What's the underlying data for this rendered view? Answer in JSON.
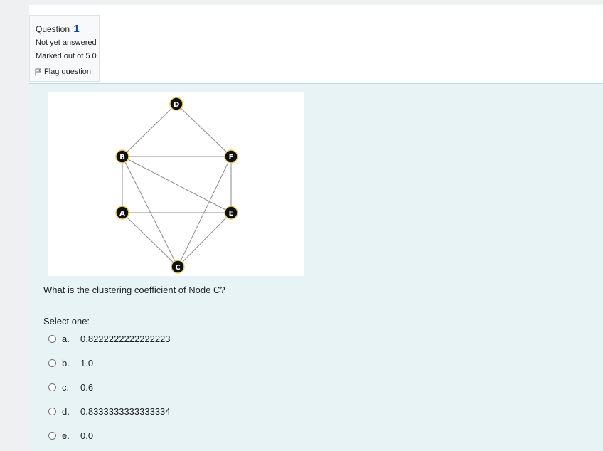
{
  "question_info": {
    "question_label": "Question",
    "question_number": "1",
    "state": "Not yet answered",
    "grade": "Marked out of 5.0",
    "flag_label": "Flag question"
  },
  "graph": {
    "nodes": [
      {
        "id": "D",
        "label": "D"
      },
      {
        "id": "B",
        "label": "B"
      },
      {
        "id": "F",
        "label": "F"
      },
      {
        "id": "A",
        "label": "A"
      },
      {
        "id": "E",
        "label": "E"
      },
      {
        "id": "C",
        "label": "C"
      }
    ],
    "edges": [
      [
        "D",
        "B"
      ],
      [
        "D",
        "F"
      ],
      [
        "B",
        "F"
      ],
      [
        "B",
        "A"
      ],
      [
        "B",
        "E"
      ],
      [
        "B",
        "C"
      ],
      [
        "A",
        "E"
      ],
      [
        "A",
        "C"
      ],
      [
        "F",
        "E"
      ],
      [
        "F",
        "C"
      ],
      [
        "E",
        "C"
      ]
    ]
  },
  "question_text": "What is the clustering coefficient of Node C?",
  "select_label": "Select one:",
  "options": [
    {
      "letter": "a.",
      "value": "0.8222222222222223"
    },
    {
      "letter": "b.",
      "value": "1.0"
    },
    {
      "letter": "c.",
      "value": "0.6"
    },
    {
      "letter": "d.",
      "value": "0.8333333333333334"
    },
    {
      "letter": "e.",
      "value": "0.0"
    }
  ]
}
